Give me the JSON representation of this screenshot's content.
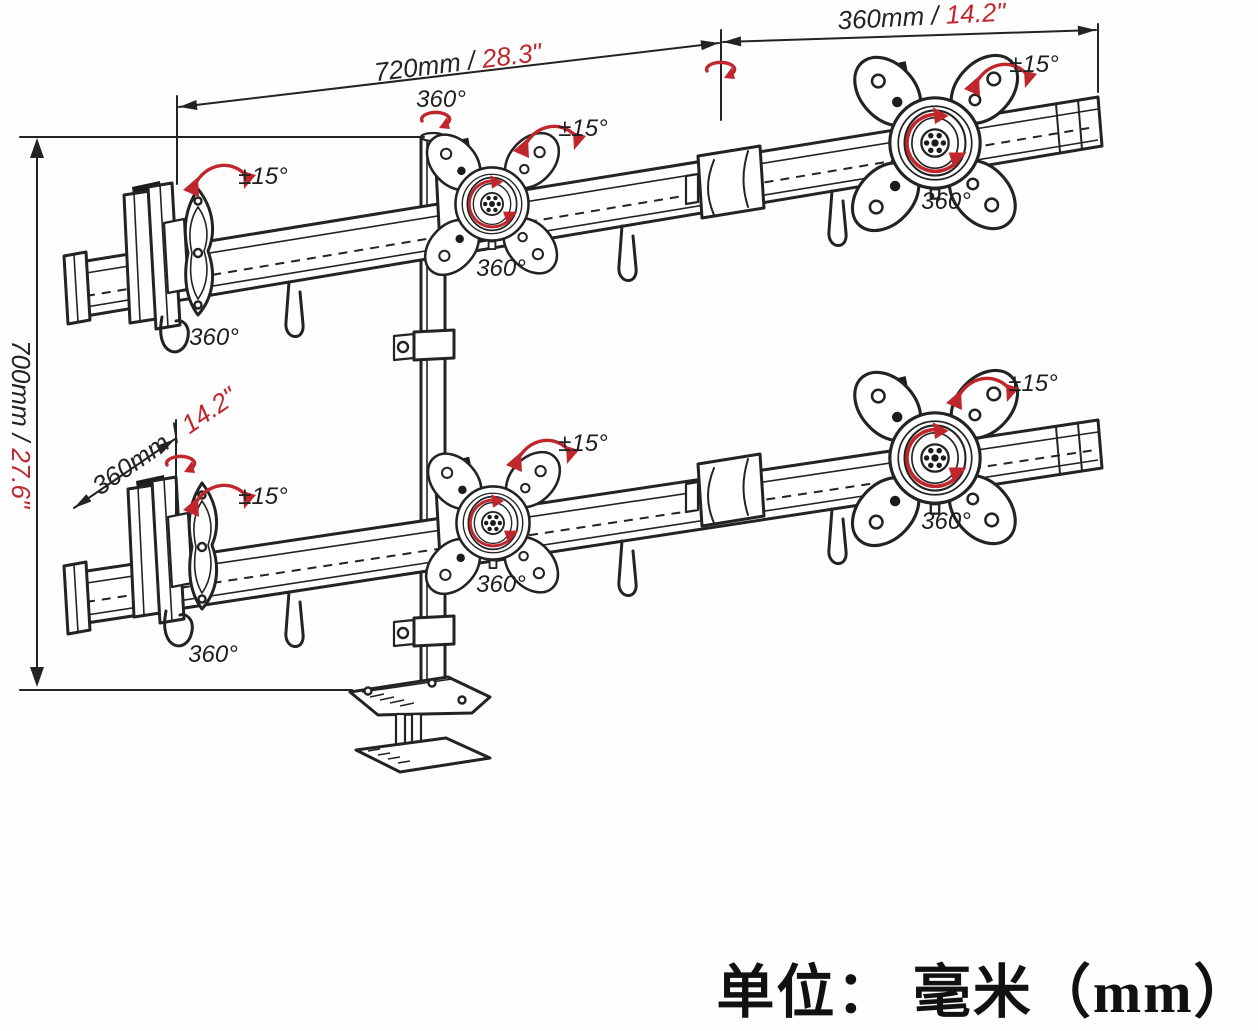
{
  "diagram": {
    "dimensions": {
      "top_span": {
        "metric": "720mm / ",
        "imperial": "28.3\""
      },
      "top_right_span": {
        "metric": "360mm / ",
        "imperial": "14.2\""
      },
      "height": {
        "metric": "700mm / ",
        "imperial": "27.6\""
      },
      "lower_left_span": {
        "metric": "360mm / ",
        "imperial": "14.2\""
      }
    },
    "angles": {
      "swivel": "360°",
      "tilt": "±15°"
    },
    "unit_note": "单位： 毫米（mm）",
    "colors": {
      "line": "#232323",
      "accent_red": "#c0272d",
      "background": "#ffffff"
    }
  }
}
